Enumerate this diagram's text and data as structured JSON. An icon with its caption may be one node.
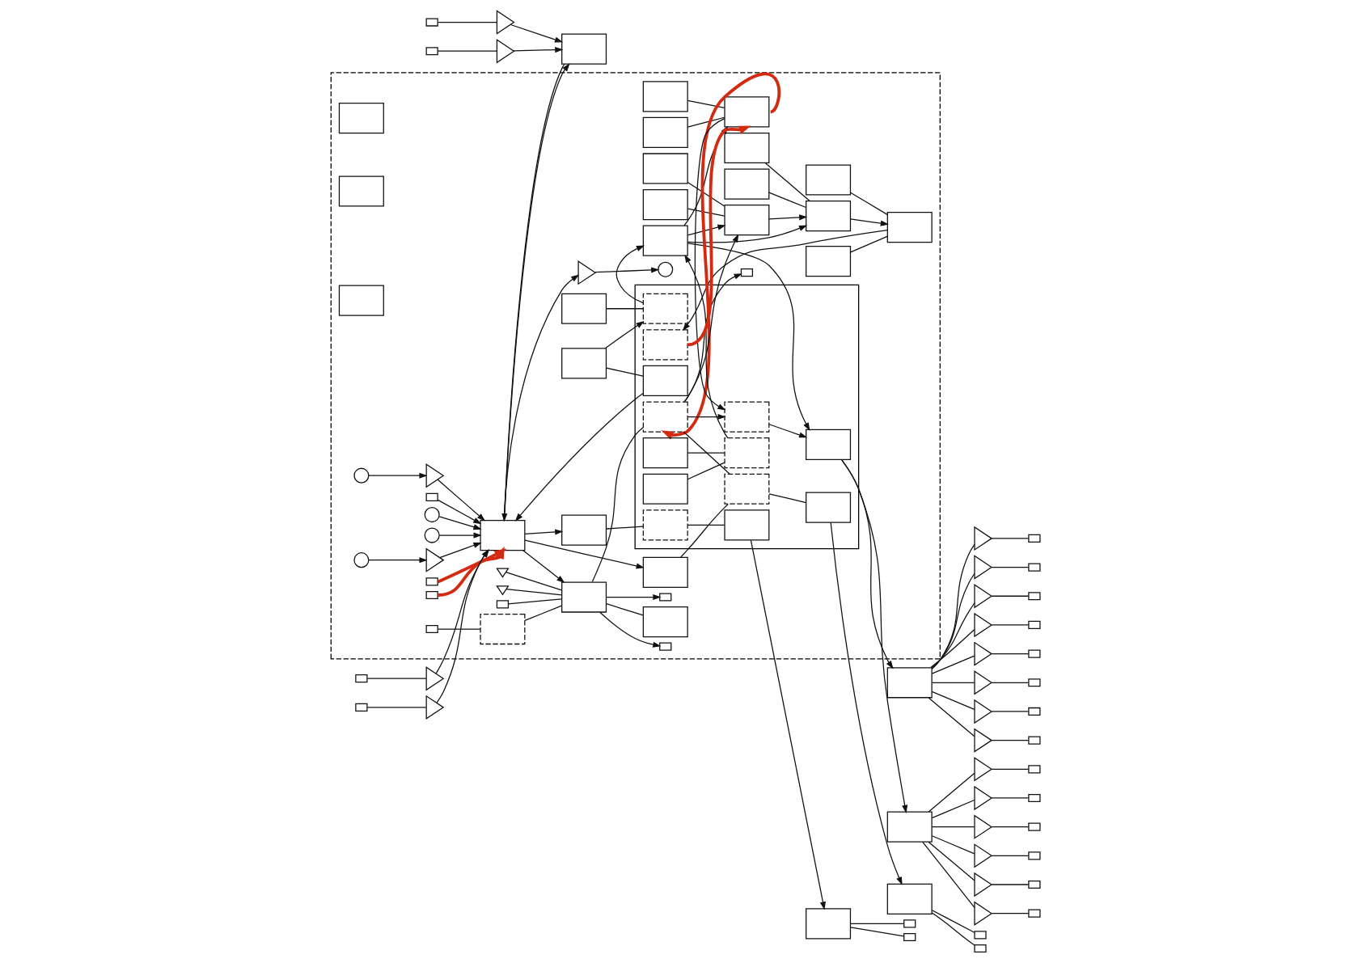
{
  "diagram": {
    "nodes": [
      {
        "text": [],
        "shape": "box"
      },
      {
        "text": [],
        "shape": "box",
        "in": 0
      },
      {
        "text": [],
        "shape": "box",
        "in": 0
      },
      {
        "text": [],
        "shape": "box",
        "in": 0
      },
      {
        "text": [],
        "shape": "box",
        "in": 0
      },
      {
        "text": [],
        "shape": "box",
        "in": 0
      },
      {
        "text": [],
        "shape": "box",
        "in": 0
      },
      {
        "text": [],
        "shape": "box",
        "in": 0
      },
      {
        "text": [],
        "shape": "box",
        "in": 0
      },
      {
        "text": [],
        "shape": "box",
        "in": 0
      },
      {
        "text": [],
        "shape": "box",
        "in": 0
      },
      {
        "text": [],
        "shape": "box",
        "in": 0
      },
      {
        "text": [],
        "shape": "box",
        "in": 0
      },
      {
        "text": [],
        "shape": "box",
        "in": 0
      },
      {
        "text": [],
        "shape": "box",
        "in": 0
      },
      {
        "text": [],
        "shape": "box",
        "in": 0
      },
      {
        "text": [],
        "shape": "box",
        "in": 0
      },
      {
        "text": [],
        "shape": "box",
        "in": 16
      },
      {
        "text": [],
        "shape": "box",
        "in": 16
      },
      {
        "text": [],
        "shape": "box",
        "in": 16
      },
      {
        "text": [],
        "shape": "box",
        "in": 16
      },
      {
        "text": [],
        "shape": "box",
        "in": 16
      },
      {
        "text": [],
        "shape": "box",
        "in": 16
      },
      {
        "text": [],
        "shape": "box",
        "in": 16
      },
      {
        "text": [],
        "shape": "box",
        "in": 16
      },
      {
        "text": [],
        "shape": "box",
        "in": 16
      },
      {
        "text": [],
        "shape": "box",
        "in": 16
      },
      {
        "text": [],
        "shape": "box",
        "in": 16
      },
      {
        "text": [],
        "shape": "box",
        "in": 16
      },
      {
        "text": [],
        "shape": "box",
        "in": 16
      },
      {
        "text": [],
        "shape": "box",
        "in": 0
      },
      {
        "text": [],
        "shape": "connector",
        "in": 0
      },
      {
        "text": [],
        "shape": "box",
        "in": 0
      },
      {
        "text": [],
        "shape": "connector",
        "in": 0
      },
      {
        "text": [],
        "shape": "box",
        "in": 0
      },
      {
        "text": [],
        "shape": "box",
        "in": 0
      },
      {
        "text": [],
        "shape": "antenna",
        "in": 0
      },
      {
        "text": [],
        "shape": "antenna",
        "in": 0
      },
      {
        "text": [],
        "shape": "box",
        "in": 0
      },
      {
        "text": [],
        "shape": "box",
        "in": 0
      },
      {
        "text": [],
        "shape": "connector",
        "in": 0
      },
      {
        "text": [],
        "shape": "connector",
        "in": 0
      },
      {
        "text": [],
        "shape": "connector",
        "in": 0
      },
      {
        "text": [],
        "shape": "connector",
        "in": 0
      },
      {
        "text": [],
        "shape": "connector",
        "in": 0
      },
      {
        "text": [],
        "shape": "connector",
        "in": 0
      },
      {
        "text": [],
        "shape": "circle",
        "in": 0
      },
      {
        "text": [],
        "shape": "circle",
        "in": 0
      },
      {
        "text": [],
        "shape": "circle",
        "in": 0
      },
      {
        "text": [],
        "shape": "circle",
        "in": 0
      },
      {
        "text": [],
        "shape": "circle",
        "in": 0
      },
      {
        "text": [],
        "shape": "triangle",
        "in": 0
      },
      {
        "text": [],
        "shape": "triangle",
        "in": 0
      },
      {
        "text": [],
        "shape": "triangle",
        "in": 0
      },
      {
        "text": [],
        "shape": "box",
        "in": 0
      },
      {
        "text": [],
        "shape": "box",
        "in": 0
      },
      {
        "text": [],
        "shape": "box",
        "in": 0
      },
      {
        "text": [],
        "shape": "box"
      },
      {
        "text": [],
        "shape": "box"
      },
      {
        "text": [],
        "shape": "triangle"
      },
      {
        "text": [],
        "shape": "triangle"
      },
      {
        "text": [],
        "shape": "triangle"
      },
      {
        "text": [],
        "shape": "triangle"
      },
      {
        "text": [],
        "shape": "triangle"
      },
      {
        "text": [],
        "shape": "triangle"
      },
      {
        "text": [],
        "shape": "triangle"
      },
      {
        "text": [],
        "shape": "triangle"
      },
      {
        "text": [],
        "shape": "triangle"
      },
      {
        "text": [],
        "shape": "triangle"
      },
      {
        "text": [],
        "shape": "triangle"
      },
      {
        "text": [],
        "shape": "triangle"
      },
      {
        "text": [],
        "shape": "triangle"
      },
      {
        "text": [],
        "shape": "triangle"
      },
      {
        "text": [],
        "shape": "connector"
      },
      {
        "text": [],
        "shape": "connector"
      },
      {
        "text": [],
        "shape": "connector"
      },
      {
        "text": [],
        "shape": "connector"
      },
      {
        "text": [],
        "shape": "connector"
      },
      {
        "text": [],
        "shape": "connector"
      },
      {
        "text": [],
        "shape": "connector"
      },
      {
        "text": [],
        "shape": "connector"
      },
      {
        "text": [],
        "shape": "connector"
      },
      {
        "text": [],
        "shape": "connector"
      },
      {
        "text": [],
        "shape": "connector"
      },
      {
        "text": [],
        "shape": "connector"
      },
      {
        "text": [],
        "shape": "connector"
      },
      {
        "text": [],
        "shape": "connector"
      },
      {
        "text": [],
        "shape": "box"
      },
      {
        "text": [],
        "shape": "box"
      },
      {
        "text": [],
        "shape": "box"
      },
      {
        "text": [],
        "shape": "triangle"
      },
      {
        "text": [],
        "shape": "triangle"
      },
      {
        "text": [],
        "shape": "connector"
      },
      {
        "text": [],
        "shape": "connector"
      },
      {
        "text": [],
        "shape": "connector"
      },
      {
        "text": [],
        "shape": "connector"
      },
      {
        "text": [],
        "shape": "connector"
      },
      {
        "text": [],
        "shape": "connector"
      },
      {
        "text": [],
        "shape": "triangle"
      },
      {
        "text": [],
        "shape": "triangle"
      },
      {
        "text": [],
        "shape": "connector"
      },
      {
        "text": [],
        "shape": "connector"
      }
    ],
    "edges": [
      {
        "from": 1,
        "to": 10,
        "arrow": "none"
      },
      {
        "from": 2,
        "to": 10,
        "arrow": "none"
      },
      {
        "from": 3,
        "to": 11,
        "arrow": "none"
      },
      {
        "from": 4,
        "to": 11,
        "arrow": "none"
      },
      {
        "from": 5,
        "to": 12,
        "arrow": "none"
      },
      {
        "from": 6,
        "to": 12,
        "arrow": "none"
      },
      {
        "from": 7,
        "to": 13,
        "arrow": "none"
      },
      {
        "from": 8,
        "to": 13,
        "arrow": "none"
      },
      {
        "from": 17,
        "to": 9,
        "arrow": "to"
      },
      {
        "from": 19,
        "to": 9,
        "arrow": "to"
      },
      {
        "from": 9,
        "to": 25,
        "arrow": "to"
      },
      {
        "from": 9,
        "to": 10,
        "arrow": "to"
      },
      {
        "from": 9,
        "to": 11,
        "arrow": "to"
      },
      {
        "from": 9,
        "to": 13,
        "arrow": "to"
      },
      {
        "from": 10,
        "to": 11,
        "arrow": "to"
      },
      {
        "from": 11,
        "to": 12,
        "arrow": "to"
      },
      {
        "from": 12,
        "to": 23,
        "arrow": "to"
      },
      {
        "from": 23,
        "to": 13,
        "arrow": "to",
        "style": "thick",
        "color": "#d42a12"
      },
      {
        "from": 13,
        "to": 22,
        "arrow": "to",
        "style": "thick",
        "color": "#d42a12"
      },
      {
        "from": 13,
        "to": 24,
        "arrow": "to"
      },
      {
        "from": 22,
        "to": 10,
        "arrow": "to"
      },
      {
        "from": 14,
        "to": 17,
        "arrow": "to"
      },
      {
        "from": 15,
        "to": 17,
        "arrow": "none"
      },
      {
        "from": 14,
        "to": 18,
        "arrow": "none"
      },
      {
        "from": 18,
        "to": 54,
        "arrow": "to"
      },
      {
        "from": 20,
        "to": 19,
        "arrow": "none"
      },
      {
        "from": 21,
        "to": 19,
        "arrow": "none"
      },
      {
        "from": 22,
        "to": 24,
        "arrow": "to"
      },
      {
        "from": 24,
        "to": 25,
        "arrow": "to"
      },
      {
        "from": 25,
        "to": 57,
        "arrow": "to"
      },
      {
        "from": 25,
        "to": 58,
        "arrow": "to"
      },
      {
        "from": 57,
        "to": 59,
        "arrow": "none"
      },
      {
        "from": 57,
        "to": 60,
        "arrow": "none"
      },
      {
        "from": 57,
        "to": 61,
        "arrow": "none"
      },
      {
        "from": 57,
        "to": 62,
        "arrow": "none"
      },
      {
        "from": 57,
        "to": 63,
        "arrow": "none"
      },
      {
        "from": 57,
        "to": 64,
        "arrow": "none"
      },
      {
        "from": 57,
        "to": 65,
        "arrow": "none"
      },
      {
        "from": 57,
        "to": 66,
        "arrow": "none"
      },
      {
        "from": 58,
        "to": 67,
        "arrow": "none"
      },
      {
        "from": 58,
        "to": 68,
        "arrow": "none"
      },
      {
        "from": 58,
        "to": 69,
        "arrow": "none"
      },
      {
        "from": 58,
        "to": 70,
        "arrow": "none"
      },
      {
        "from": 58,
        "to": 71,
        "arrow": "none"
      },
      {
        "from": 58,
        "to": 72,
        "arrow": "none"
      },
      {
        "from": 59,
        "to": 73,
        "arrow": "none"
      },
      {
        "from": 60,
        "to": 74,
        "arrow": "none"
      },
      {
        "from": 61,
        "to": 75,
        "arrow": "none"
      },
      {
        "from": 62,
        "to": 76,
        "arrow": "none"
      },
      {
        "from": 63,
        "to": 77,
        "arrow": "none"
      },
      {
        "from": 64,
        "to": 78,
        "arrow": "none"
      },
      {
        "from": 65,
        "to": 79,
        "arrow": "none"
      },
      {
        "from": 66,
        "to": 80,
        "arrow": "none"
      },
      {
        "from": 67,
        "to": 81,
        "arrow": "none"
      },
      {
        "from": 68,
        "to": 82,
        "arrow": "none"
      },
      {
        "from": 69,
        "to": 83,
        "arrow": "none"
      },
      {
        "from": 70,
        "to": 84,
        "arrow": "none"
      },
      {
        "from": 71,
        "to": 85,
        "arrow": "none"
      },
      {
        "from": 72,
        "to": 86,
        "arrow": "none"
      },
      {
        "from": 22,
        "to": 26,
        "arrow": "none"
      },
      {
        "from": 26,
        "to": 27,
        "arrow": "none"
      },
      {
        "from": 28,
        "to": 29,
        "arrow": "none"
      },
      {
        "from": 27,
        "to": 88,
        "arrow": "to"
      },
      {
        "from": 29,
        "to": 89,
        "arrow": "to"
      },
      {
        "from": 31,
        "to": 38,
        "arrow": "none"
      },
      {
        "from": 33,
        "to": 34,
        "arrow": "none"
      },
      {
        "from": 34,
        "to": 38,
        "arrow": "none"
      },
      {
        "from": 36,
        "to": 38,
        "arrow": "none"
      },
      {
        "from": 37,
        "to": 38,
        "arrow": "none"
      },
      {
        "from": 38,
        "to": 39,
        "arrow": "none"
      },
      {
        "from": 38,
        "to": 22,
        "arrow": "none"
      },
      {
        "from": 38,
        "to": 44,
        "arrow": "to"
      },
      {
        "from": 38,
        "to": 45,
        "arrow": "to"
      },
      {
        "from": 54,
        "to": 38,
        "arrow": "to"
      },
      {
        "from": 40,
        "to": 54,
        "arrow": "to",
        "style": "thick",
        "color": "#d42a12"
      },
      {
        "from": 41,
        "to": 54,
        "arrow": "to",
        "style": "thick",
        "color": "#d42a12"
      },
      {
        "from": 22,
        "to": 42,
        "arrow": "to"
      },
      {
        "from": 43,
        "to": 54,
        "arrow": "to"
      },
      {
        "from": 46,
        "to": 54,
        "arrow": "to"
      },
      {
        "from": 47,
        "to": 54,
        "arrow": "to"
      },
      {
        "from": 48,
        "to": 51,
        "arrow": "to"
      },
      {
        "from": 49,
        "to": 52,
        "arrow": "to"
      },
      {
        "from": 51,
        "to": 54,
        "arrow": "to"
      },
      {
        "from": 52,
        "to": 54,
        "arrow": "to"
      },
      {
        "from": 54,
        "to": 53,
        "arrow": "to"
      },
      {
        "from": 53,
        "to": 50,
        "arrow": "to"
      },
      {
        "from": 54,
        "to": 55,
        "arrow": "to"
      },
      {
        "from": 54,
        "to": 56,
        "arrow": "to"
      },
      {
        "from": 55,
        "to": 28,
        "arrow": "none"
      },
      {
        "from": 56,
        "to": 26,
        "arrow": "none"
      },
      {
        "from": 54,
        "to": 87,
        "arrow": "to"
      },
      {
        "from": 87,
        "to": 54,
        "arrow": "to"
      },
      {
        "from": 98,
        "to": 54,
        "arrow": "to"
      },
      {
        "from": 99,
        "to": 54,
        "arrow": "to"
      },
      {
        "from": 90,
        "to": 87,
        "arrow": "to"
      },
      {
        "from": 91,
        "to": 87,
        "arrow": "to"
      },
      {
        "from": 92,
        "to": 90,
        "arrow": "none"
      },
      {
        "from": 93,
        "to": 91,
        "arrow": "none"
      },
      {
        "from": 88,
        "to": 94,
        "arrow": "none"
      },
      {
        "from": 88,
        "to": 95,
        "arrow": "none"
      },
      {
        "from": 89,
        "to": 96,
        "arrow": "none"
      },
      {
        "from": 89,
        "to": 97,
        "arrow": "none"
      },
      {
        "from": 100,
        "to": 98,
        "arrow": "none"
      },
      {
        "from": 101,
        "to": 99,
        "arrow": "none"
      }
    ]
  }
}
